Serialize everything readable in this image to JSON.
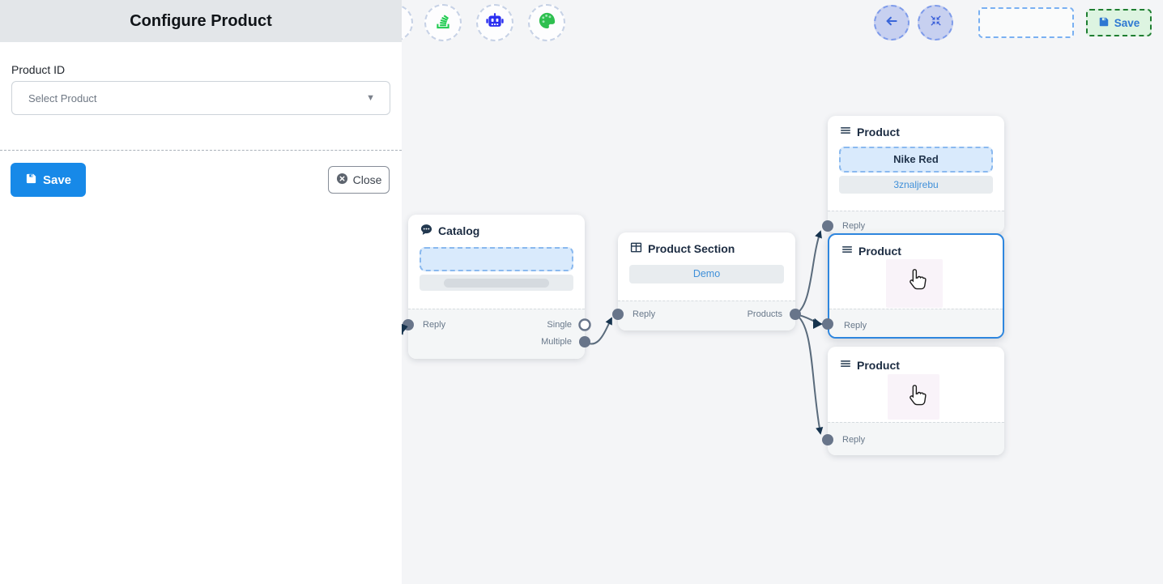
{
  "panel": {
    "title": "Configure Product",
    "product_id_label": "Product ID",
    "select_placeholder": "Select Product",
    "save_button": "Save",
    "close_button": "Close"
  },
  "topbar": {
    "save_button": "Save",
    "icons": [
      "stack-icon",
      "robot-icon",
      "palette-icon",
      "back-arrow-icon",
      "fit-view-icon"
    ]
  },
  "nodes": {
    "catalog": {
      "title": "Catalog",
      "reply_label": "Reply",
      "single_label": "Single",
      "multiple_label": "Multiple"
    },
    "product_section": {
      "title": "Product Section",
      "body_button": "Demo",
      "reply_label": "Reply",
      "products_label": "Products"
    },
    "product1": {
      "title": "Product",
      "field1": "Nike Red",
      "field2": "3znaljrebu",
      "reply_label": "Reply"
    },
    "product2": {
      "title": "Product",
      "reply_label": "Reply"
    },
    "product3": {
      "title": "Product",
      "reply_label": "Reply"
    }
  },
  "colors": {
    "primary_blue": "#1789e8",
    "selection_blue": "#2e86de",
    "link_blue": "#4090d9",
    "save_green_border": "#1f7e31",
    "save_green_bg": "#ddf4e1",
    "edge_gray": "#5a6b7c",
    "arrow_navy": "#16334e",
    "canvas_bg": "#f4f5f7"
  }
}
